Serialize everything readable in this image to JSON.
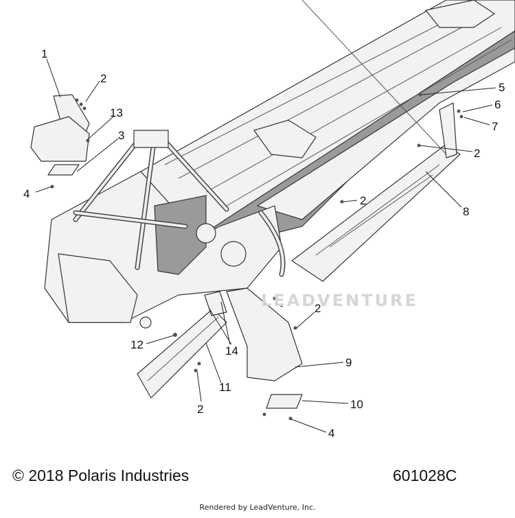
{
  "diagram": {
    "callouts": [
      "1",
      "2",
      "13",
      "3",
      "4",
      "5",
      "6",
      "7",
      "2",
      "2",
      "8",
      "2",
      "12",
      "14",
      "11",
      "2",
      "9",
      "10",
      "4"
    ],
    "watermark": "LEADVENTURE"
  },
  "footer": {
    "copyright": "© 2018 Polaris Industries",
    "code": "601028C",
    "rendered_by": "Rendered by LeadVenture, Inc."
  }
}
